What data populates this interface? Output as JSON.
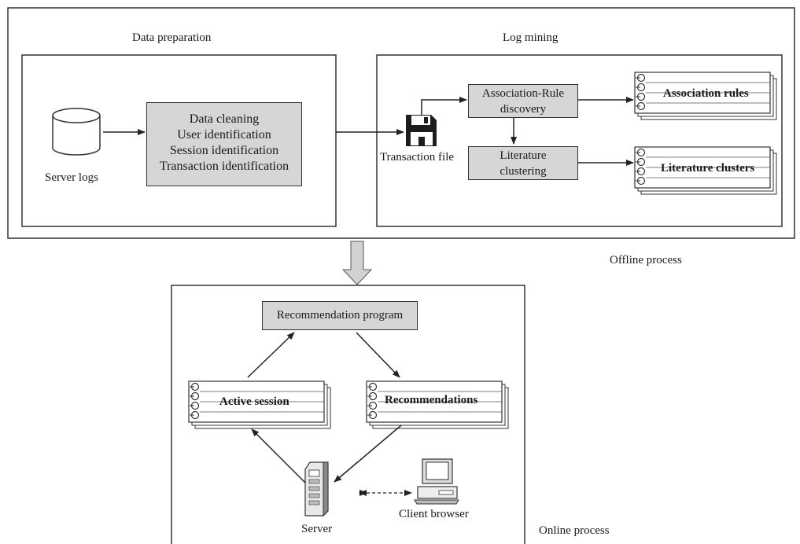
{
  "offline": {
    "label": "Offline process",
    "data_preparation": {
      "title": "Data preparation",
      "server_logs": "Server logs",
      "process_steps": [
        "Data cleaning",
        "User identification",
        "Session identification",
        "Transaction identification"
      ]
    },
    "log_mining": {
      "title": "Log mining",
      "transaction_file": "Transaction file",
      "association_rule_box": [
        "Association-Rule",
        "discovery"
      ],
      "clustering_box": [
        "Literature",
        "clustering"
      ],
      "association_rules": "Association rules",
      "literature_clusters": "Literature clusters"
    }
  },
  "online": {
    "label": "Online process",
    "recommendation_program": "Recommendation program",
    "active_session": "Active session",
    "recommendations": "Recommendations",
    "server": "Server",
    "client_browser": "Client browser"
  }
}
